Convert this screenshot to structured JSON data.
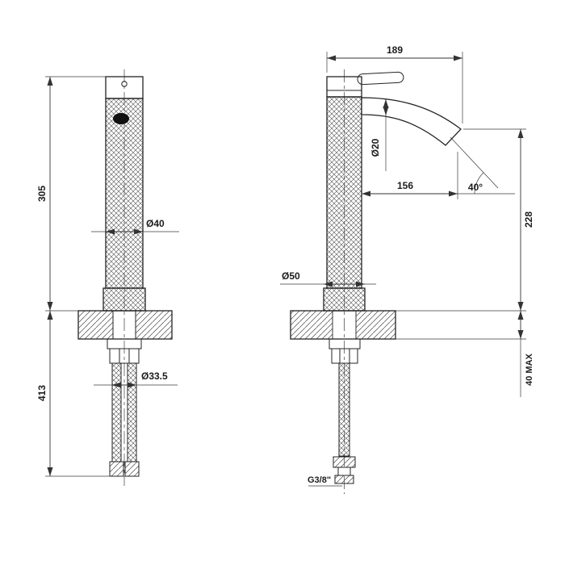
{
  "drawing": {
    "type": "faucet-dimensional-drawing",
    "views": [
      "front-view",
      "side-view"
    ]
  },
  "dims": {
    "front_height_above_deck": "305",
    "front_height_below_deck": "413",
    "front_body_diameter": "Ø40",
    "front_hose_diameter": "Ø33.5",
    "side_overall_depth": "189",
    "side_spout_diameter": "Ø20",
    "side_spout_reach": "156",
    "side_spout_angle": "40°",
    "side_outlet_height": "228",
    "side_base_diameter": "Ø50",
    "side_deck_thickness_max": "40 MAX",
    "side_supply_thread": "G3/8\""
  }
}
